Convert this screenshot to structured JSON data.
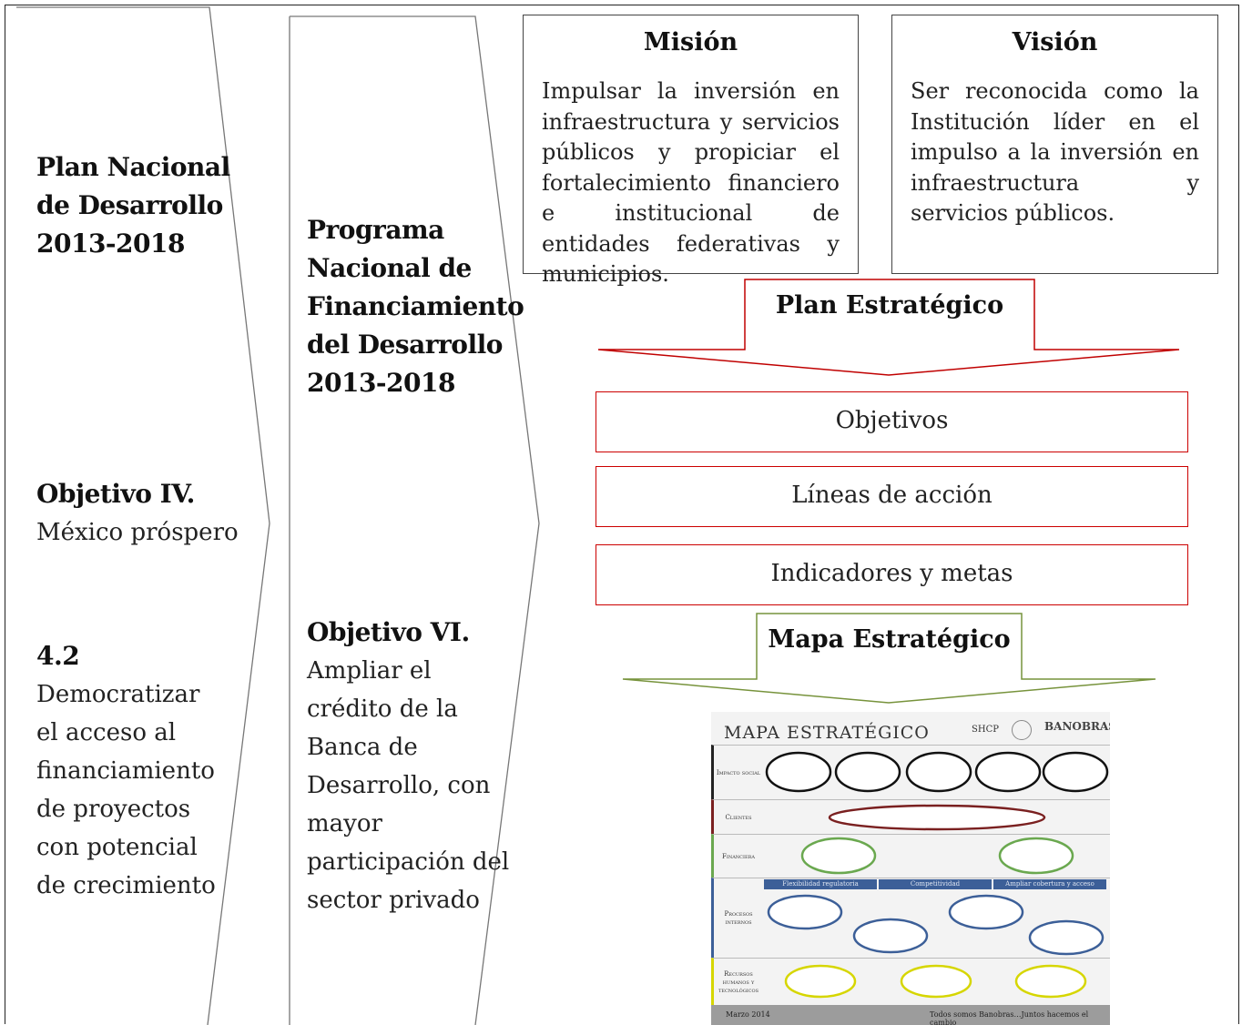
{
  "column1": {
    "title": [
      "Plan Nacional",
      "de Desarrollo",
      "2013-2018"
    ],
    "objective_heading": "Objetivo IV.",
    "objective_text": "México próspero",
    "strategy_heading": "4.2",
    "strategy_text": [
      "Democratizar",
      "el acceso al",
      "financiamiento",
      "de proyectos",
      "con potencial",
      "de crecimiento"
    ]
  },
  "column2": {
    "title": [
      "Programa",
      "Nacional de",
      "Financiamiento",
      "del Desarrollo",
      "2013-2018"
    ],
    "objective_heading": "Objetivo VI.",
    "objective_text": [
      "Ampliar el",
      "crédito de la",
      "Banca de",
      "Desarrollo, con",
      "mayor",
      "participación del",
      "sector privado"
    ]
  },
  "mission": {
    "title": "Misión",
    "text": "Impulsar la inversión en infraestructura y servicios públicos y propiciar el fortalecimiento financiero e institucional de entidades federativas y municipios."
  },
  "vision": {
    "title": "Visión",
    "text": "Ser reconocida como la Institución líder en el impulso a la inversión en infraestructura y servicios públicos."
  },
  "plan_estrategico": {
    "label": "Plan Estratégico",
    "items": [
      "Objetivos",
      "Líneas de acción",
      "Indicadores y metas"
    ]
  },
  "mapa_estrategico": {
    "label": "Mapa Estratégico",
    "thumbnail": {
      "title": "MAPA ESTRATÉGICO",
      "shcp": "SHCP",
      "logo": "BANOBRAS",
      "rows": [
        "Impacto social",
        "Clientes",
        "Financiera",
        "Procesos internos",
        "Recursos humanos y tecnológicos"
      ],
      "process_bands": [
        "Flexibilidad regulatoria",
        "Competitividad",
        "Ampliar cobertura y acceso"
      ],
      "footer_left": "Marzo 2014",
      "footer_right": "Todos somos Banobras…Juntos hacemos el cambio"
    }
  },
  "colors": {
    "plan_red": "#c00000",
    "mapa_green": "#77933c",
    "band_blue": "#3c5f98"
  }
}
